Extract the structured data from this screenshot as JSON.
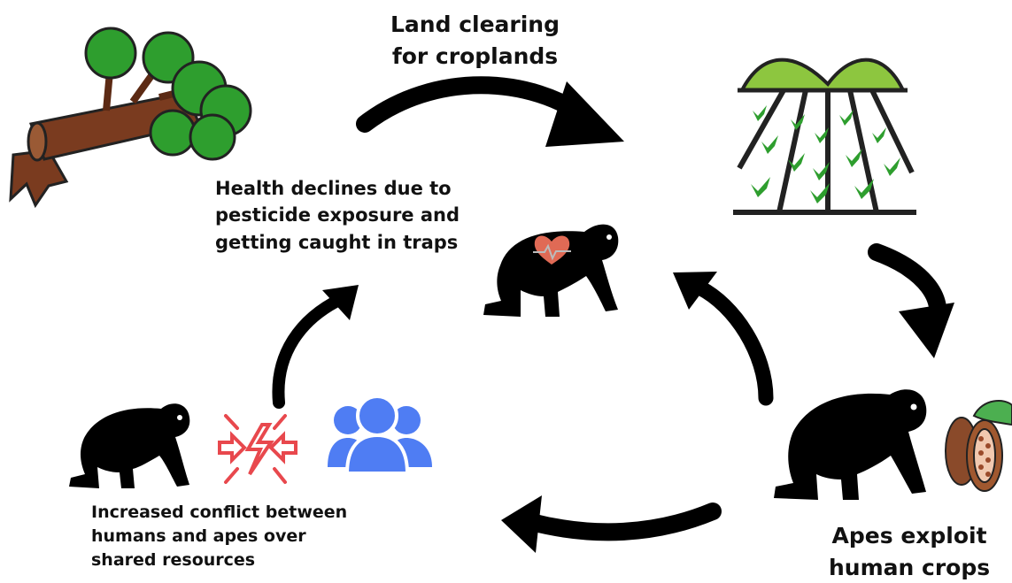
{
  "labels": {
    "land_clearing": [
      "Land clearing",
      "for croplands"
    ],
    "health": [
      "Health declines due to",
      "pesticide exposure and",
      "getting caught in traps"
    ],
    "conflict": [
      "Increased conflict between",
      "humans and apes over",
      "shared resources"
    ],
    "exploit": [
      "Apes exploit",
      "human crops"
    ]
  },
  "icons": {
    "fallen_tree": "fallen-tree-icon",
    "cropland": "cropland-icon",
    "ape_health": "ape-with-heart-icon",
    "ape_crops": "ape-icon",
    "cacao": "cacao-pod-icon",
    "ape_conflict": "ape-icon",
    "conflict": "conflict-burst-icon",
    "people": "people-group-icon"
  },
  "colors": {
    "arrow": "#000000",
    "foliage": "#2e9e2e",
    "trunk": "#7a3b1f",
    "hill": "#8dc63f",
    "people": "#4f7df3",
    "conflict": "#e8484d",
    "heart": "#e06a55"
  }
}
